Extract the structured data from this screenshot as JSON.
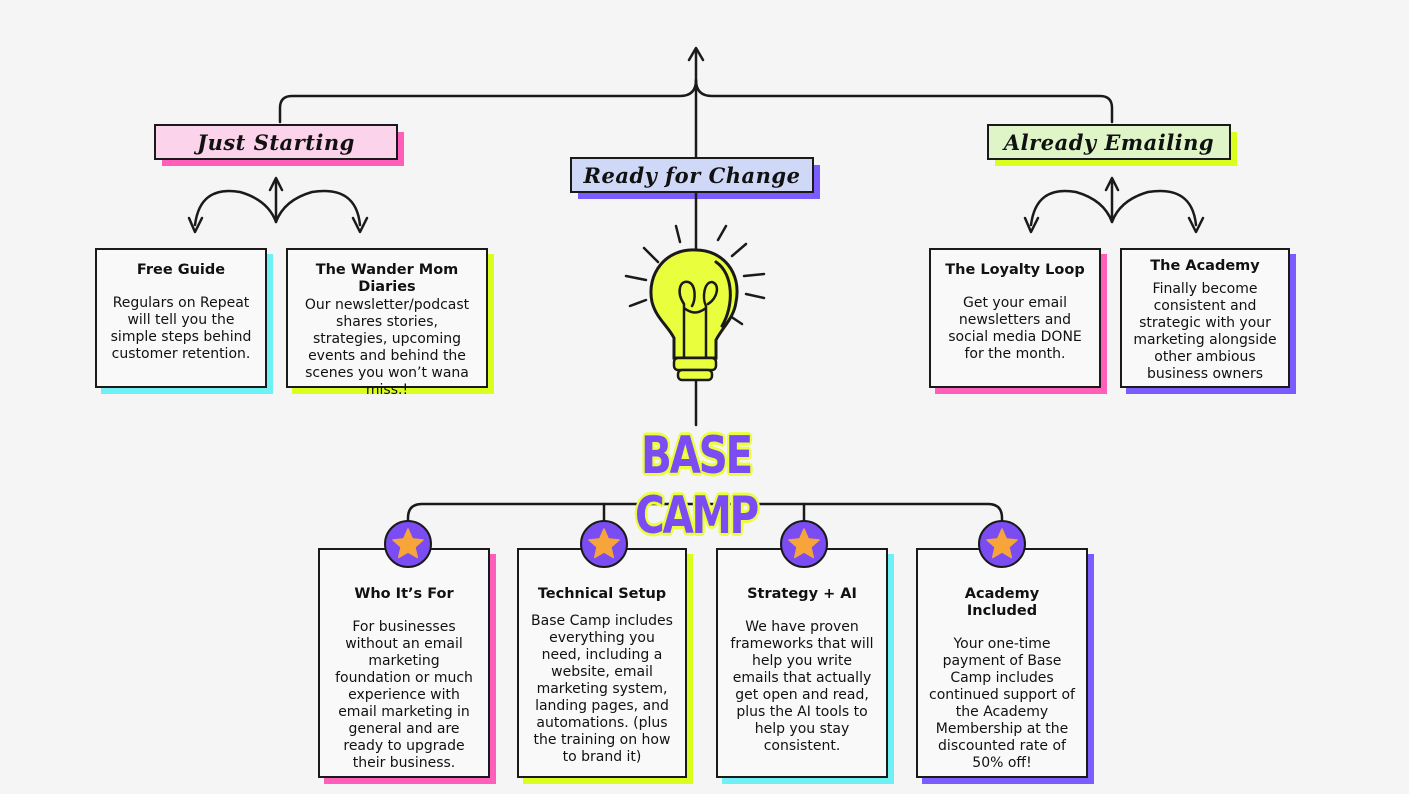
{
  "center_label": "Ready for Change",
  "left_label": "Just Starting",
  "right_label": "Already Emailing",
  "hub_title": "BASE CAMP",
  "left_cards": [
    {
      "title": "Free Guide",
      "body": "Regulars on Repeat will tell you the simple steps behind customer retention."
    },
    {
      "title": "The Wander Mom Diaries",
      "body": "Our newsletter/podcast shares stories, strategies, upcoming events and behind the scenes you won’t wana miss.!"
    }
  ],
  "right_cards": [
    {
      "title": "The Loyalty Loop",
      "body": "Get your email newsletters and social media DONE for the month."
    },
    {
      "title": "The Academy",
      "body": "Finally become consistent and strategic with your marketing alongside other ambious business owners"
    }
  ],
  "bottom_cards": [
    {
      "title": "Who It’s For",
      "body": "For businesses without an email marketing foundation or much experience with email marketing in general and are ready to upgrade their business."
    },
    {
      "title": "Technical Setup",
      "body": "Base Camp includes everything you need, including a website, email marketing system, landing pages, and automations. (plus the training on how to brand it)"
    },
    {
      "title": "Strategy + AI",
      "body": "We have proven frameworks that will help you write emails that actually get open and read, plus the AI tools to help you stay consistent."
    },
    {
      "title": "Academy Included",
      "body": "Your one-time payment of Base Camp includes continued support of the Academy Membership at the discounted rate of 50% off!"
    }
  ],
  "colors": {
    "purple": "#7b4cf2",
    "lime": "#d9ff1e",
    "pink": "#ff5fb8",
    "cyan": "#6ef0f5",
    "star": "#f7a53a"
  },
  "icons": [
    "lightbulb-icon",
    "star-icon",
    "arrow-up-icon",
    "arrow-down-icon"
  ]
}
